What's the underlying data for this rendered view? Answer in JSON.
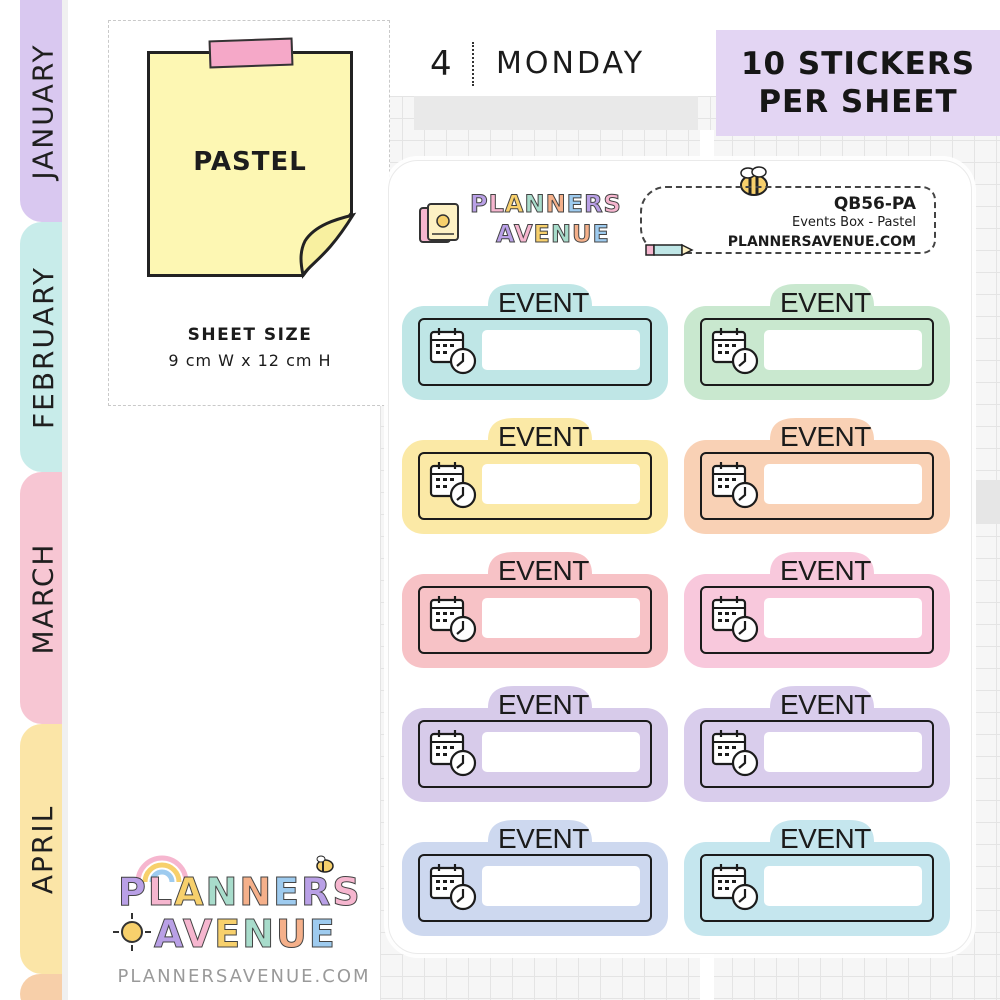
{
  "months": [
    {
      "key": "jan",
      "label": "JANUARY",
      "color": "#d9c8f0"
    },
    {
      "key": "feb",
      "label": "FEBRUARY",
      "color": "#c8ecea"
    },
    {
      "key": "mar",
      "label": "MARCH",
      "color": "#f7c6d3"
    },
    {
      "key": "apr",
      "label": "APRIL",
      "color": "#fbe5a7"
    }
  ],
  "info": {
    "note_label": "PASTEL",
    "sheet_size_label": "SHEET SIZE",
    "sheet_size_value": "9 cm W  x  12 cm H"
  },
  "day": {
    "number": "4",
    "name": "MONDAY"
  },
  "badge": {
    "line1": "10 STICKERS",
    "line2": "PER SHEET"
  },
  "sheet": {
    "brand_line1": "PLANNERS",
    "brand_line2": "AVENUE",
    "code": "QB56-PA",
    "description": "Events Box - Pastel",
    "url": "PLANNERSAVENUE.COM"
  },
  "stickers": [
    {
      "title": "EVENT",
      "color": "#bfe6e6"
    },
    {
      "title": "EVENT",
      "color": "#c9e8cf"
    },
    {
      "title": "EVENT",
      "color": "#fbe9a6"
    },
    {
      "title": "EVENT",
      "color": "#f9d1b5"
    },
    {
      "title": "EVENT",
      "color": "#f7c2c6"
    },
    {
      "title": "EVENT",
      "color": "#f8c8dc"
    },
    {
      "title": "EVENT",
      "color": "#d7cbea"
    },
    {
      "title": "EVENT",
      "color": "#d9cdec"
    },
    {
      "title": "EVENT",
      "color": "#cdd8ef"
    },
    {
      "title": "EVENT",
      "color": "#c5e6ee"
    }
  ],
  "footer": {
    "brand_line1": "PLANNERS",
    "brand_line2": "AVENUE",
    "website": "PLANNERSAVENUE.COM"
  }
}
